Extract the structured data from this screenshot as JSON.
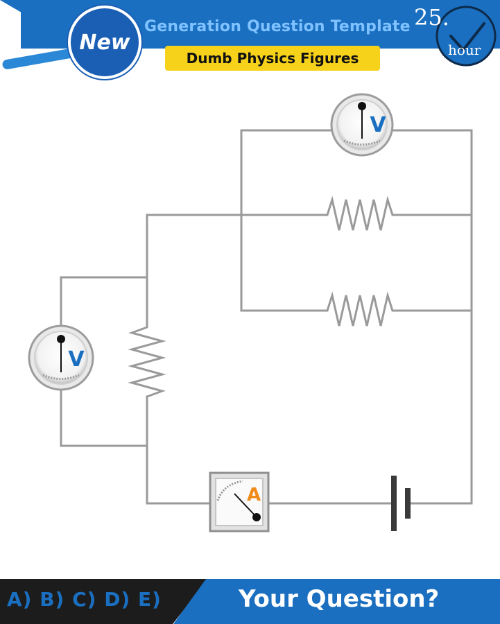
{
  "header": {
    "badge_label": "New",
    "title": "Generation Question Template",
    "subtitle": "Dumb Physics Figures",
    "clock_number": "25.",
    "clock_unit": "hour"
  },
  "circuit": {
    "voltmeter_top_label": "V",
    "voltmeter_left_label": "V",
    "ammeter_label": "A"
  },
  "footer": {
    "answer_choices": "A) B) C) D) E)",
    "question_label": "Your Question?"
  },
  "colors": {
    "brand_blue": "#1a6fc0",
    "highlight_yellow": "#f7d21a",
    "wire_gray": "#9a9a9a",
    "voltmeter_letter": "#1a6fc0",
    "ammeter_letter": "#f08a1a"
  }
}
